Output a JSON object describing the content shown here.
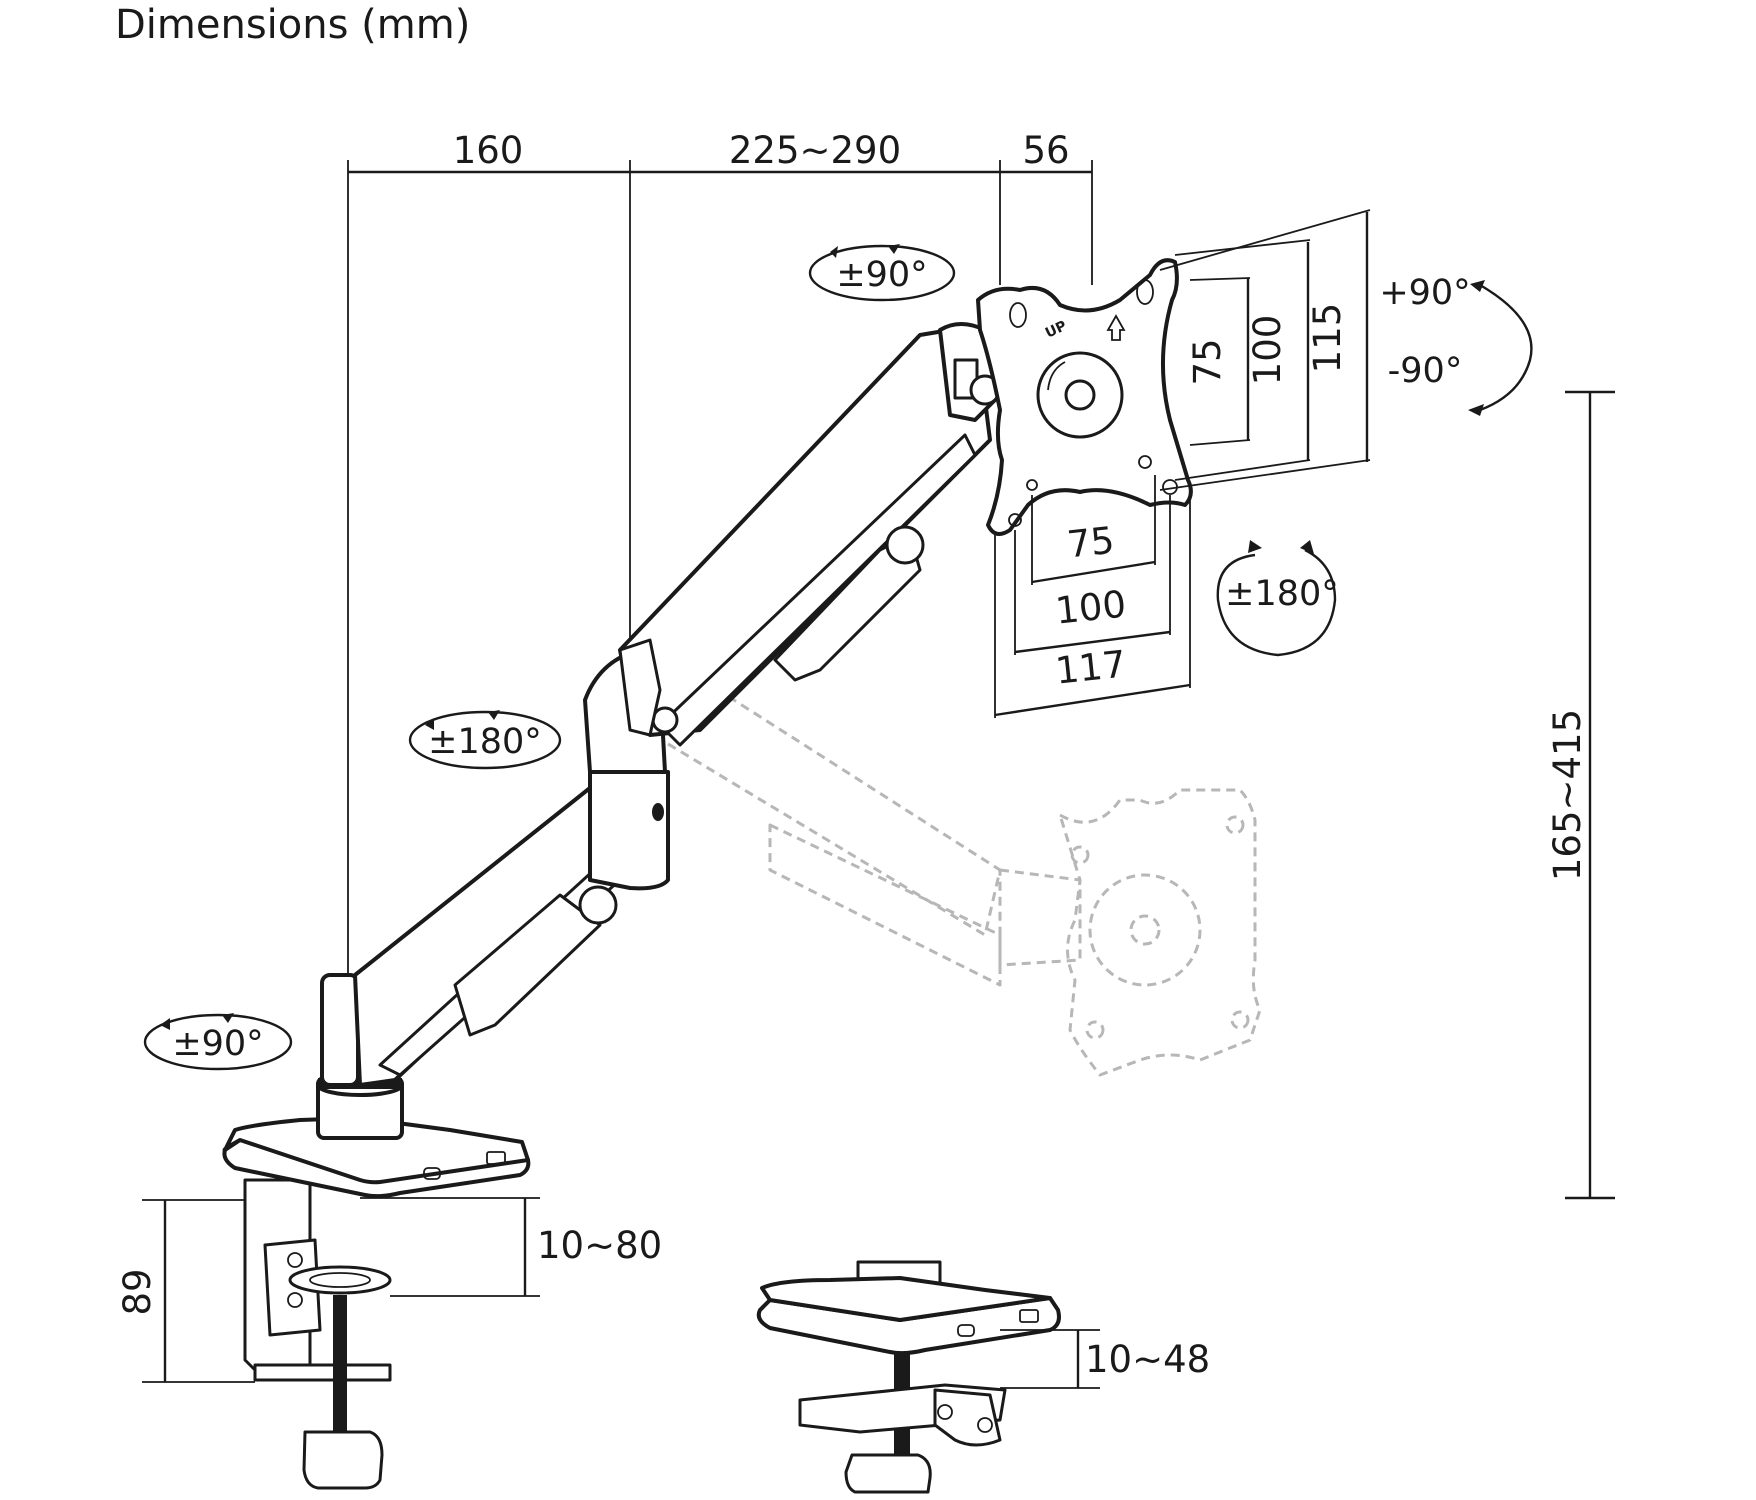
{
  "title": "Dimensions (mm)",
  "dimensions": {
    "arm_lower_reach": "160",
    "arm_upper_reach": "225~290",
    "head_depth": "56",
    "vesa_v_75": "75",
    "vesa_v_100": "100",
    "vesa_v_115": "115",
    "vesa_h_75": "75",
    "vesa_h_100": "100",
    "vesa_h_117": "117",
    "height_range": "165~415",
    "clamp_height": "89",
    "clamp_desk_range": "10~80",
    "grommet_desk_range": "10~48"
  },
  "rotations": {
    "head_swivel": "±90°",
    "tilt_up": "+90°",
    "tilt_down": "-90°",
    "rotation": "±180°",
    "elbow_swivel": "±180°",
    "base_swivel": "±90°"
  },
  "plate_label": "UP"
}
